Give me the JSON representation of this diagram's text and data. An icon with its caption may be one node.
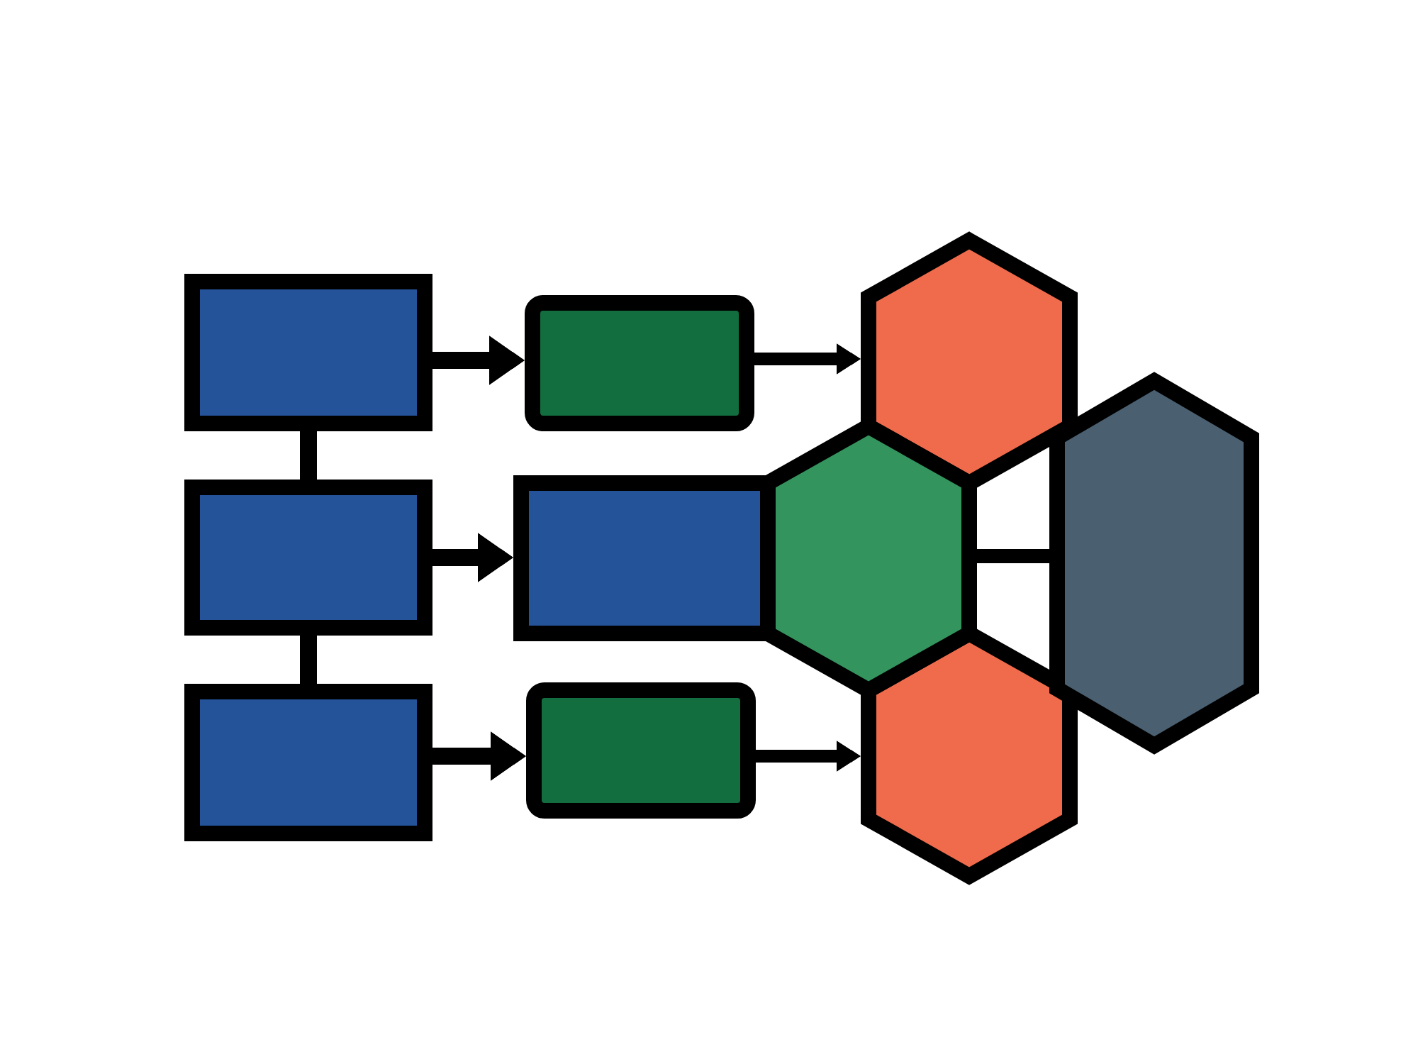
{
  "diagram": {
    "nodes": [
      {
        "text": [],
        "shape": "box"
      },
      {
        "text": [],
        "shape": "box"
      },
      {
        "text": [],
        "shape": "box"
      },
      {
        "text": [],
        "shape": "box"
      },
      {
        "text": [],
        "shape": "box"
      },
      {
        "text": [],
        "shape": "box"
      },
      {
        "text": [],
        "shape": "hexagon"
      },
      {
        "text": [],
        "shape": "hexagon"
      },
      {
        "text": [],
        "shape": "hexagon"
      },
      {
        "text": [],
        "shape": "hexagon"
      }
    ],
    "edges": [
      {
        "from": 0,
        "to": 1,
        "arrow": "none"
      },
      {
        "from": 1,
        "to": 2,
        "arrow": "none"
      },
      {
        "from": 0,
        "to": 3,
        "arrow": "to"
      },
      {
        "from": 1,
        "to": 4,
        "arrow": "to"
      },
      {
        "from": 2,
        "to": 5,
        "arrow": "to"
      },
      {
        "from": 3,
        "to": 6,
        "arrow": "to"
      },
      {
        "from": 5,
        "to": 8,
        "arrow": "to"
      },
      {
        "from": 7,
        "to": 9,
        "arrow": "none"
      }
    ]
  }
}
